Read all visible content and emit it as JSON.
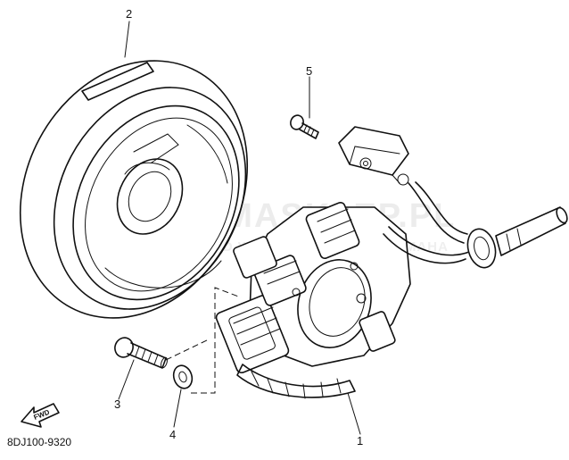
{
  "diagram": {
    "drawing_code": "8DJ100-9320",
    "fwd_label": "FWD",
    "watermark": {
      "line1": "YAMASKLEP.PL",
      "line2": "WORLD WIDE SERVICE FOR YAMAHA"
    },
    "callouts": [
      {
        "number": "1",
        "part": "stator-assembly"
      },
      {
        "number": "2",
        "part": "rotor-flywheel"
      },
      {
        "number": "3",
        "part": "rotor-bolt"
      },
      {
        "number": "4",
        "part": "washer"
      },
      {
        "number": "5",
        "part": "pickup-screw"
      }
    ]
  }
}
